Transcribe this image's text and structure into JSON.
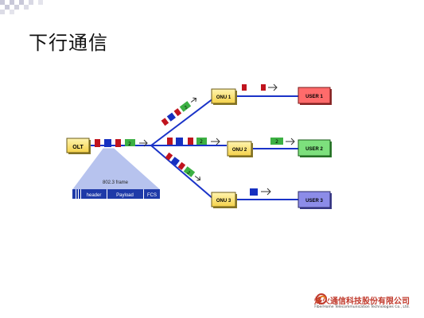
{
  "slide": {
    "title": "下行通信"
  },
  "diagram": {
    "olt_label": "OLT",
    "onus": [
      "ONU 1",
      "ONU 2",
      "ONU 3"
    ],
    "users": [
      "USER 1",
      "USER 2",
      "USER 3"
    ],
    "frame_caption": "802.3 frame",
    "frame_fields": [
      "header",
      "Payload",
      "FCS"
    ],
    "packet_number": "2",
    "colors": {
      "line": "#1a33c8",
      "box_yellow": "#ffe77a",
      "user1": "#ff6b6b",
      "user2": "#7de07d",
      "user3": "#8c8ce8",
      "pkt_red": "#c0141e",
      "pkt_blue": "#1630c0",
      "pkt_green": "#3cb043"
    }
  },
  "footer": {
    "company_cn": "烽火通信科技股份有限公司",
    "company_en": "FiberHome Telecommunication Technologies Co., Ltd."
  }
}
